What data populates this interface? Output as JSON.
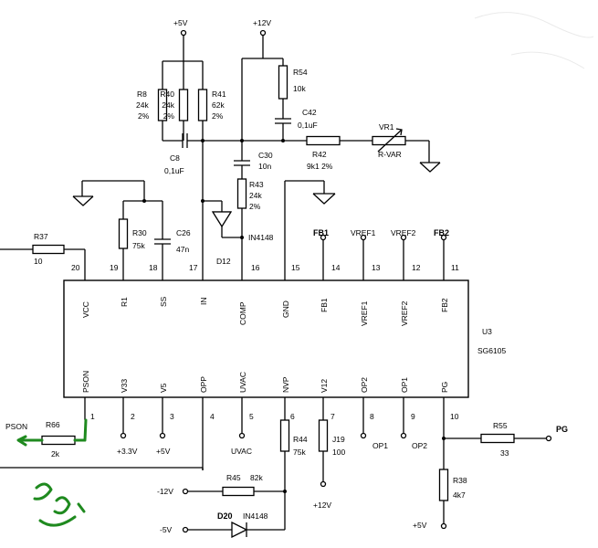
{
  "chip": {
    "ref": "U3",
    "part": "SG6105",
    "top_pins": [
      {
        "num": "20",
        "name": "VCC"
      },
      {
        "num": "19",
        "name": "R1"
      },
      {
        "num": "18",
        "name": "SS"
      },
      {
        "num": "17",
        "name": "IN"
      },
      {
        "num": "16",
        "name": "COMP"
      },
      {
        "num": "15",
        "name": "GND"
      },
      {
        "num": "14",
        "name": "FB1"
      },
      {
        "num": "13",
        "name": "VREF1"
      },
      {
        "num": "12",
        "name": "VREF2"
      },
      {
        "num": "11",
        "name": "FB2"
      }
    ],
    "bottom_pins": [
      {
        "num": "1",
        "name": "PSON"
      },
      {
        "num": "2",
        "name": "V33"
      },
      {
        "num": "3",
        "name": "V5"
      },
      {
        "num": "4",
        "name": "OPP"
      },
      {
        "num": "5",
        "name": "UVAC"
      },
      {
        "num": "6",
        "name": "NVP"
      },
      {
        "num": "7",
        "name": "V12"
      },
      {
        "num": "8",
        "name": "OP2"
      },
      {
        "num": "9",
        "name": "OP1"
      },
      {
        "num": "10",
        "name": "PG"
      }
    ]
  },
  "power": {
    "p5v": "+5V",
    "p12v": "+12V",
    "p33v_out": "+3.3V",
    "p5v_out": "+5V",
    "p12v_out": "+12V",
    "m12v": "-12V",
    "m5v": "-5V",
    "p5v_pg": "+5V"
  },
  "components": {
    "r8": {
      "ref": "R8",
      "value": "24k",
      "tol": "2%"
    },
    "r40": {
      "ref": "R40",
      "value": "24k",
      "tol": "2%"
    },
    "r41": {
      "ref": "R41",
      "value": "62k",
      "tol": "2%"
    },
    "r54": {
      "ref": "R54",
      "value": "10k"
    },
    "c42": {
      "ref": "C42",
      "value": "0,1uF"
    },
    "c8": {
      "ref": "C8",
      "value": "0,1uF"
    },
    "c30": {
      "ref": "C30",
      "value": "10n"
    },
    "r42": {
      "ref": "R42",
      "value": "9k1 2%"
    },
    "vr1": {
      "ref": "VR1",
      "value": "R-VAR"
    },
    "r43": {
      "ref": "R43",
      "value": "24k",
      "tol": "2%"
    },
    "d_in4148_top": {
      "value": "IN4148"
    },
    "d12": {
      "ref": "D12"
    },
    "r37": {
      "ref": "R37",
      "value": "10"
    },
    "r30": {
      "ref": "R30",
      "value": "75k"
    },
    "c26": {
      "ref": "C26",
      "value": "47n"
    },
    "r66": {
      "ref": "R66",
      "value": "2k"
    },
    "r44": {
      "ref": "R44",
      "value": "75k"
    },
    "j19": {
      "ref": "J19",
      "value": "100"
    },
    "r45": {
      "ref": "R45",
      "value": "82k"
    },
    "d20": {
      "ref": "D20",
      "value": "IN4148"
    },
    "r55": {
      "ref": "R55",
      "value": "33"
    },
    "r38": {
      "ref": "R38",
      "value": "4k7"
    }
  },
  "nets": {
    "fb1": "FB1",
    "vref1": "VREF1",
    "vref2": "VREF2",
    "fb2": "FB2",
    "pson": "PSON",
    "uvac": "UVAC",
    "op1": "OP1",
    "op2": "OP2",
    "pg": "PG"
  }
}
